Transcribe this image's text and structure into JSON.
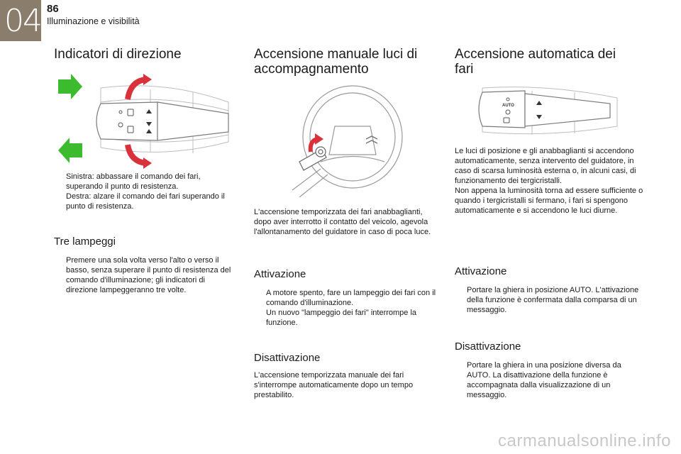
{
  "header": {
    "chapter_number": "04",
    "page_number": "86",
    "section_title": "Illuminazione e visibilità"
  },
  "col1": {
    "title": "Indicatori di direzione",
    "bullets": [
      "Sinistra: abbassare il comando dei fari, superando il punto di resistenza.",
      "Destra: alzare il comando dei fari superando il punto di resistenza."
    ],
    "subtitle": "Tre lampeggi",
    "sub_bullets": [
      "Premere una sola volta verso l'alto o verso il basso, senza superare il punto di resistenza del comando d'illuminazione; gli indicatori di direzione lampeggeranno tre volte."
    ]
  },
  "col2": {
    "title_line1": "Accensione manuale luci di",
    "title_line2": "accompagnamento",
    "paragraph": "L'accensione temporizzata dei fari anabbaglianti, dopo aver interrotto il contatto del veicolo, agevola l'allontanamento del guidatore in caso di poca luce.",
    "activation_title": "Attivazione",
    "activation_bullets": [
      "A motore spento, fare un lampeggio dei fari con il comando d'illuminazione.",
      "Un nuovo \"lampeggio dei fari\" interrompe la funzione."
    ],
    "deactivation_title": "Disattivazione",
    "deactivation_text": "L'accensione temporizzata manuale dei fari s'interrompe automaticamente dopo un tempo prestabilito."
  },
  "col3": {
    "title_line1": "Accensione automatica dei",
    "title_line2": "fari",
    "auto_label": "AUTO",
    "paragraph1": "Le luci di posizione e gli anabbaglianti si accendono automaticamente, senza intervento del guidatore, in caso di scarsa luminosità esterna o, in alcuni casi, di funzionamento dei tergicristalli.",
    "paragraph2": "Non appena la luminosità torna ad essere sufficiente o quando i tergicristalli si fermano, i fari si spengono automaticamente e si accendono le luci diurne.",
    "activation_title": "Attivazione",
    "activation_bullets": [
      "Portare la ghiera in posizione AUTO. L'attivazione della funzione è confermata dalla comparsa di un messaggio."
    ],
    "deactivation_title": "Disattivazione",
    "deactivation_bullets": [
      "Portare la ghiera in una posizione diversa da AUTO. La disattivazione della funzione è accompagnata dalla visualizzazione di un messaggio."
    ]
  },
  "bullet_glyph": "",
  "watermark": "carmanualsonline.info",
  "colors": {
    "chapter_tab": "#8a7d6b",
    "arrow_green": "#3dbb2e",
    "arrow_red": "#d9323a",
    "drawing_line": "#9a9a9a"
  }
}
